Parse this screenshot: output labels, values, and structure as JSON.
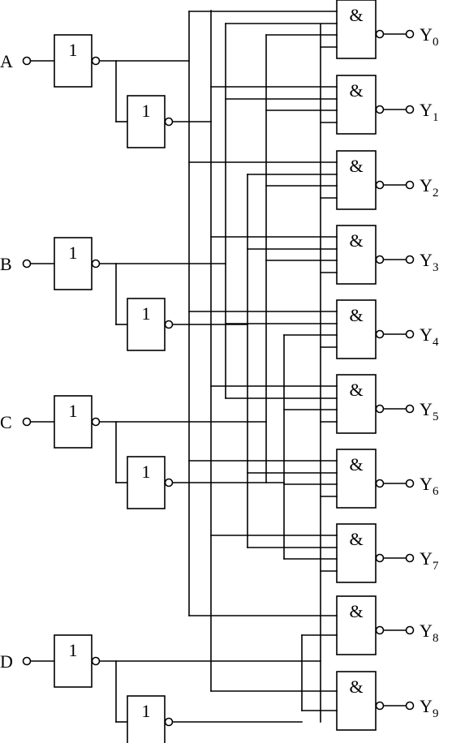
{
  "inputs": [
    {
      "id": "A"
    },
    {
      "id": "B"
    },
    {
      "id": "C"
    },
    {
      "id": "D"
    }
  ],
  "not_gate_symbol": "1",
  "and_gate_symbol": "&",
  "outputs": [
    {
      "letter": "Y",
      "index": "0"
    },
    {
      "letter": "Y",
      "index": "1"
    },
    {
      "letter": "Y",
      "index": "2"
    },
    {
      "letter": "Y",
      "index": "3"
    },
    {
      "letter": "Y",
      "index": "4"
    },
    {
      "letter": "Y",
      "index": "5"
    },
    {
      "letter": "Y",
      "index": "6"
    },
    {
      "letter": "Y",
      "index": "7"
    },
    {
      "letter": "Y",
      "index": "8"
    },
    {
      "letter": "Y",
      "index": "9"
    }
  ],
  "and_gate_inputs": [
    [
      "A'",
      "B'",
      "C'",
      "D'"
    ],
    [
      "A",
      "B'",
      "C'",
      "D'"
    ],
    [
      "A'",
      "B",
      "C'",
      "D'"
    ],
    [
      "A",
      "B",
      "C'",
      "D'"
    ],
    [
      "A'",
      "B'",
      "C",
      "D'"
    ],
    [
      "A",
      "B'",
      "C",
      "D'"
    ],
    [
      "A'",
      "B",
      "C",
      "D'"
    ],
    [
      "A",
      "B",
      "C",
      "D'"
    ],
    [
      "A'",
      "D"
    ],
    [
      "A",
      "D"
    ]
  ]
}
